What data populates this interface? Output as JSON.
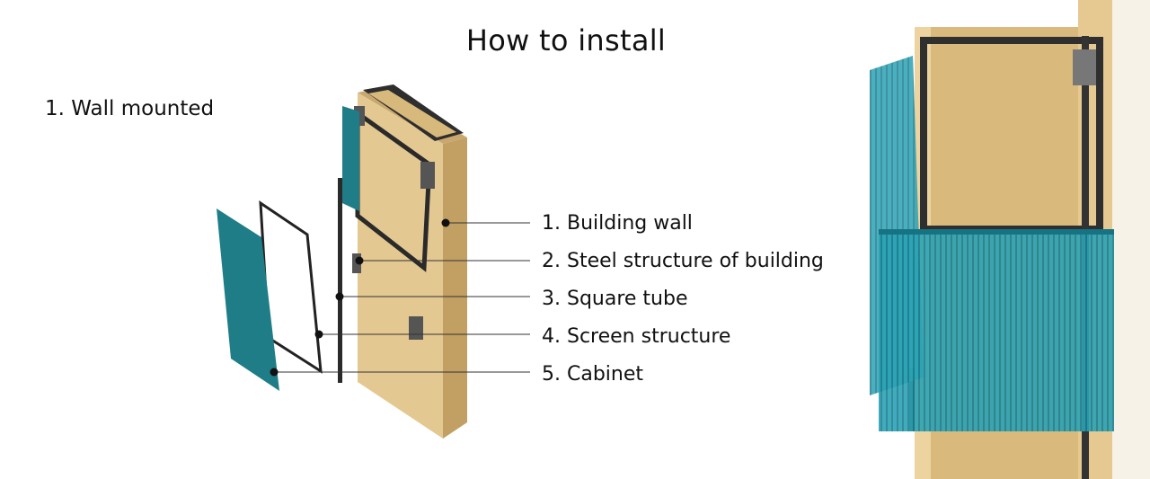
{
  "title": "How to install",
  "subtitle": "1. Wall mounted",
  "callouts": [
    {
      "label": "1. Building wall"
    },
    {
      "label": "2. Steel structure of building"
    },
    {
      "label": "3. Square tube"
    },
    {
      "label": "4. Screen structure"
    },
    {
      "label": "5. Cabinet"
    }
  ],
  "colors": {
    "wall": "#e2c58c",
    "wall_side": "#c7a56b",
    "steel": "#2b2b2b",
    "cabinet": "#1f7d88",
    "screen_glass": "#1fa0b3"
  }
}
